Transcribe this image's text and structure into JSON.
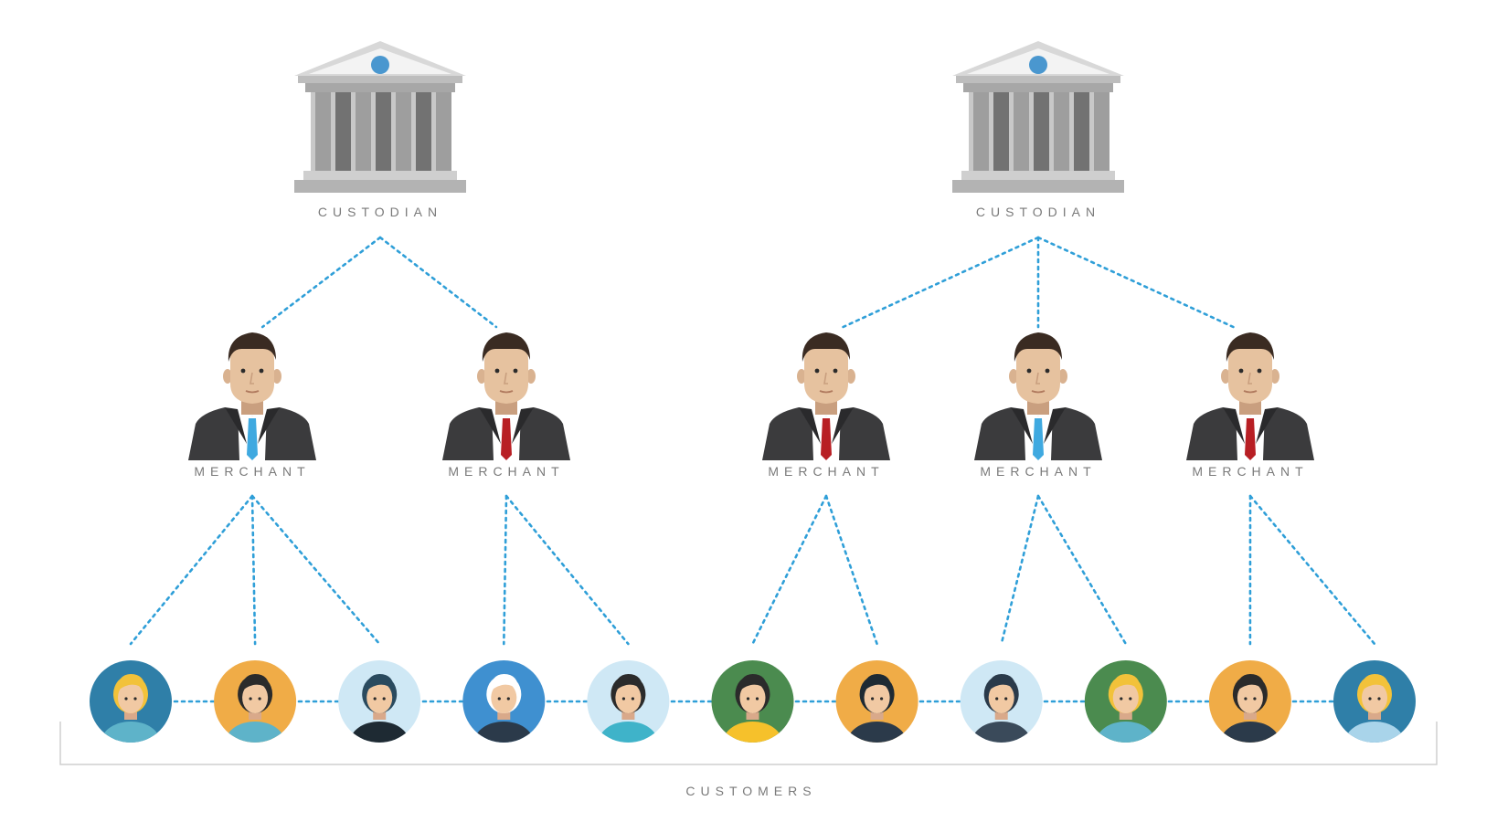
{
  "labels": {
    "custodian": "CUSTODIAN",
    "merchant": "MERCHANT",
    "customers": "CUSTOMERS"
  },
  "colors": {
    "connector": "#2f9fd8",
    "bracket": "#cfcfcf",
    "label": "#7a7a7a"
  },
  "custodians": [
    {
      "id": "custodian-1",
      "icon": "bank-building-icon"
    },
    {
      "id": "custodian-2",
      "icon": "bank-building-icon"
    }
  ],
  "merchants": [
    {
      "id": "merchant-1",
      "custodian": 0,
      "tie": "#3fa9e0"
    },
    {
      "id": "merchant-2",
      "custodian": 0,
      "tie": "#b81f24"
    },
    {
      "id": "merchant-3",
      "custodian": 1,
      "tie": "#b81f24"
    },
    {
      "id": "merchant-4",
      "custodian": 1,
      "tie": "#3fa9e0"
    },
    {
      "id": "merchant-5",
      "custodian": 1,
      "tie": "#b81f24"
    }
  ],
  "customers": [
    {
      "merchant": 0,
      "bg": "#2f7fa8",
      "hair": "#f2c23a",
      "shirt": "#5eb3c9",
      "skin": "#f1c9a3"
    },
    {
      "merchant": 0,
      "bg": "#f0ac47",
      "hair": "#2b2b2b",
      "shirt": "#5eb3c9",
      "skin": "#f1c9a3"
    },
    {
      "merchant": 0,
      "bg": "#cfe8f5",
      "hair": "#2a4a5e",
      "shirt": "#1e2a33",
      "skin": "#f1c9a3"
    },
    {
      "merchant": 1,
      "bg": "#3f90d0",
      "hair": "#ffffff",
      "shirt": "#2b3a4a",
      "skin": "#f1c9a3"
    },
    {
      "merchant": 1,
      "bg": "#cfe8f5",
      "hair": "#2b2b2b",
      "shirt": "#3fb3c9",
      "skin": "#f1c9a3"
    },
    {
      "merchant": 2,
      "bg": "#4b8b4f",
      "hair": "#2b2b2b",
      "shirt": "#f6c12b",
      "skin": "#f1c9a3"
    },
    {
      "merchant": 2,
      "bg": "#f0ac47",
      "hair": "#1e2a33",
      "shirt": "#2b3a4a",
      "skin": "#f1c9a3"
    },
    {
      "merchant": 3,
      "bg": "#cfe8f5",
      "hair": "#2a3a4a",
      "shirt": "#3a4a5a",
      "skin": "#f1c9a3"
    },
    {
      "merchant": 3,
      "bg": "#4b8b4f",
      "hair": "#f2c23a",
      "shirt": "#5eb3c9",
      "skin": "#f1c9a3"
    },
    {
      "merchant": 4,
      "bg": "#f0ac47",
      "hair": "#2b2b2b",
      "shirt": "#2b3a4a",
      "skin": "#f1c9a3"
    },
    {
      "merchant": 4,
      "bg": "#2f7fa8",
      "hair": "#f2c23a",
      "shirt": "#a9d4ea",
      "skin": "#f1c9a3"
    }
  ]
}
